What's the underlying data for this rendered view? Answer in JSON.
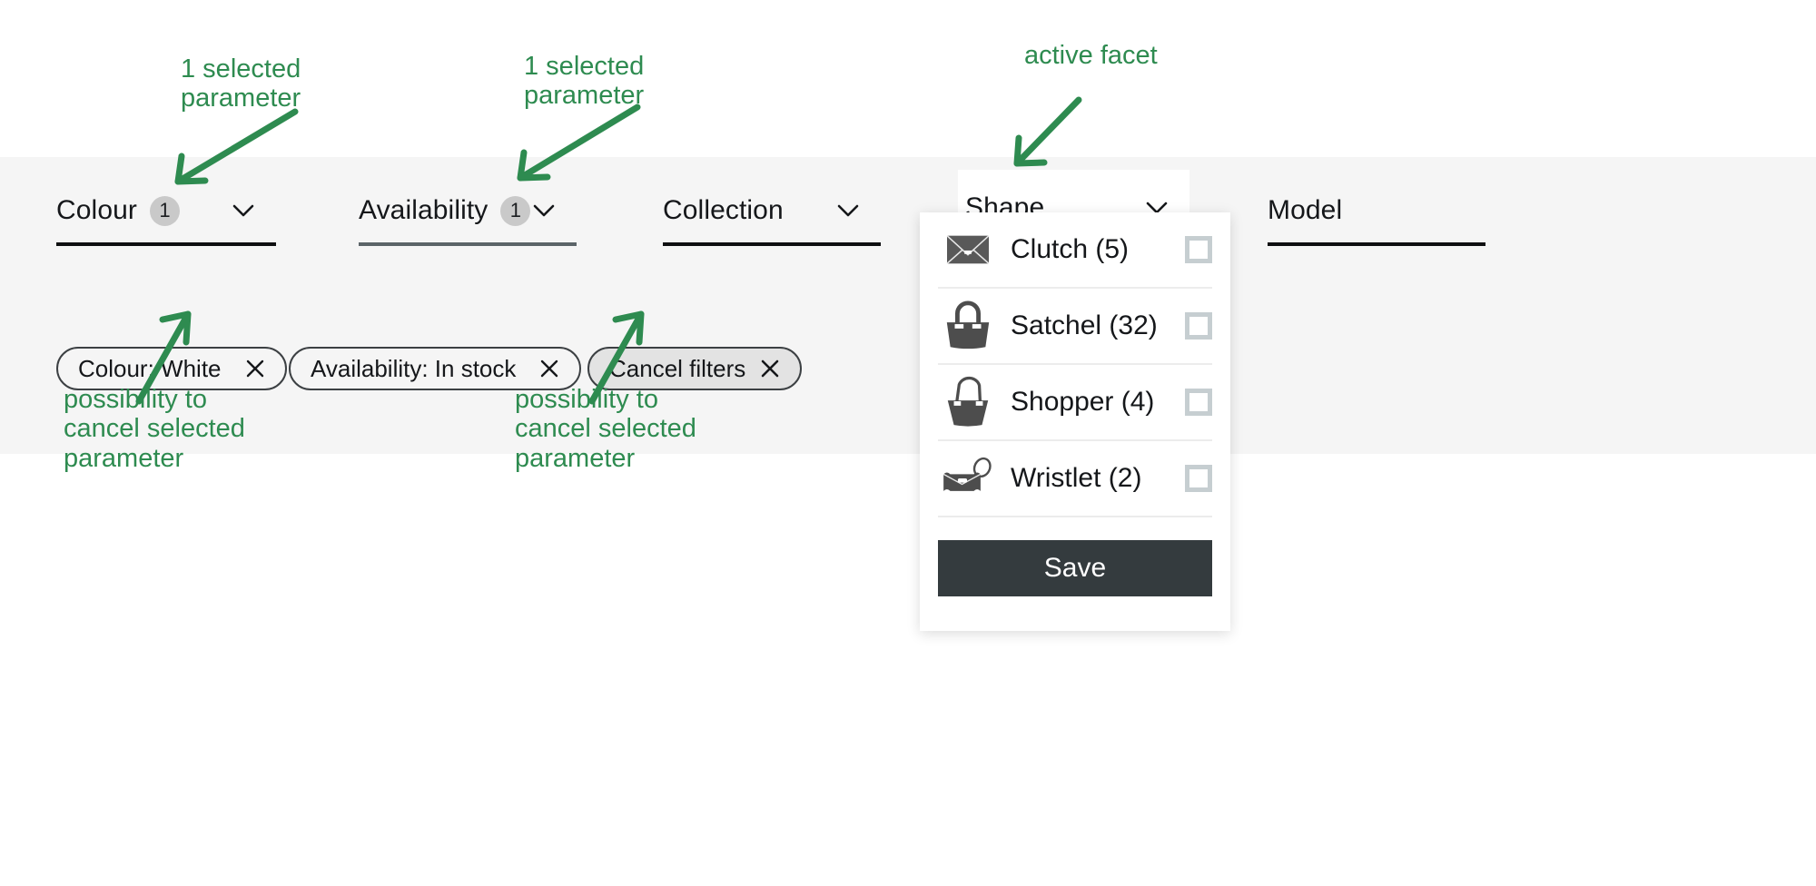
{
  "facet_bar": {
    "facets": [
      {
        "label": "Colour",
        "badge": "1",
        "state": "selected",
        "chevron": "chevron-down-icon"
      },
      {
        "label": "Availability",
        "badge": "1",
        "state": "selected",
        "chevron": "chevron-down-icon"
      },
      {
        "label": "Collection",
        "badge": null,
        "state": "default",
        "chevron": "chevron-down-icon"
      },
      {
        "label": "Shape",
        "badge": null,
        "state": "active",
        "chevron": "chevron-down-icon"
      },
      {
        "label": "Model",
        "badge": null,
        "state": "default",
        "chevron": null
      }
    ]
  },
  "chips": [
    {
      "text": "Colour: White",
      "close_icon": "close-icon",
      "style": "outline"
    },
    {
      "text": "Availability: In stock",
      "close_icon": "close-icon",
      "style": "outline"
    },
    {
      "text": "Cancel filters",
      "close_icon": "close-icon",
      "style": "filled"
    }
  ],
  "shape_dropdown": {
    "options": [
      {
        "label": "Clutch (5)",
        "icon": "clutch-bag-icon",
        "checked": false
      },
      {
        "label": "Satchel (32)",
        "icon": "satchel-bag-icon",
        "checked": false
      },
      {
        "label": "Shopper (4)",
        "icon": "shopper-bag-icon",
        "checked": false
      },
      {
        "label": "Wristlet (2)",
        "icon": "wristlet-bag-icon",
        "checked": false
      }
    ],
    "save_label": "Save"
  },
  "annotations": {
    "colour": "1 selected\nparameter",
    "availability": "1 selected\nparameter",
    "active_facet": "active facet",
    "cancel_parameter": "possibility to\ncancel selected\nparameter",
    "cancel_filters": "possibility to\ncancel selected\nparameter"
  },
  "colors": {
    "annotation_green": "#2e8b50",
    "band_grey": "#f5f5f5",
    "save_button": "#343b3e",
    "badge_grey": "#c9c9c9",
    "checkbox_border": "#c6ced1",
    "chip_filled": "#e3e3e3"
  }
}
